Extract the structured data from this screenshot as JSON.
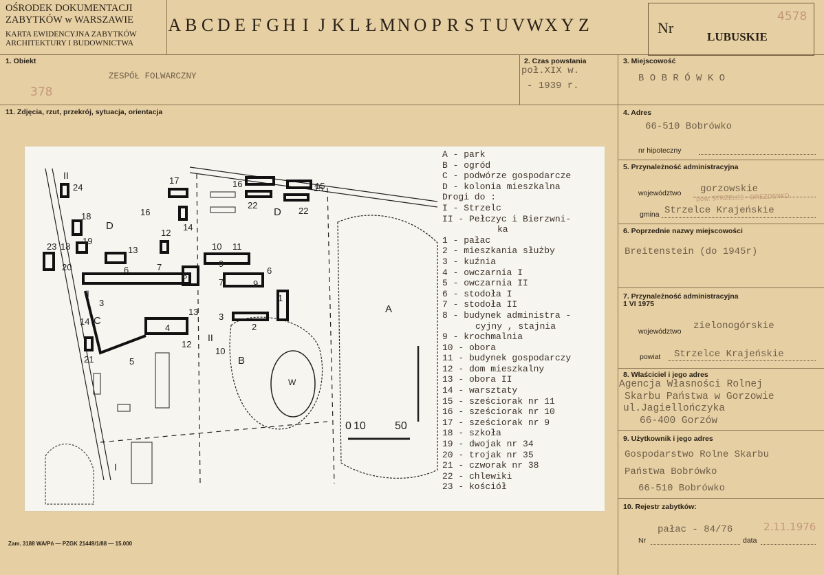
{
  "header": {
    "institution_line1": "OŚRODEK DOKUMENTACJI",
    "institution_line2": "ZABYTKÓW w WARSZAWIE",
    "card_title_line1": "KARTA EWIDENCYJNA ZABYTKÓW",
    "card_title_line2": "ARCHITEKTURY I BUDOWNICTWA",
    "letters": [
      "A",
      "B",
      "C",
      "D",
      "E",
      "F",
      "G",
      "H",
      "I",
      "J",
      "K",
      "L",
      "Ł",
      "M",
      "N",
      "O",
      "P",
      "R",
      "S",
      "T",
      "U",
      "V",
      "W",
      "X",
      "Y",
      "Z"
    ],
    "nr_label": "Nr",
    "region": "LUBUSKIE",
    "handwritten_number": "4578"
  },
  "fields": {
    "obiekt": {
      "label": "1. Obiekt",
      "value": "ZESPÓŁ FOLWARCZNY",
      "hand_note": "378"
    },
    "czas": {
      "label": "2. Czas powstania",
      "line1": "poł.XIX w.",
      "line2": "- 1939 r."
    },
    "miejscowosc": {
      "label": "3. Miejscowość",
      "value": "B O B R Ó W K O"
    },
    "zdjecia": {
      "label": "11. Zdjęcia, rzut, przekrój, sytuacja, orientacja"
    },
    "adres": {
      "label": "4. Adres",
      "value": "66-510 Bobrówko",
      "hipoteczny_label": "nr hipoteczny"
    },
    "przynaleznosc": {
      "label": "5. Przynależność administracyjna",
      "wojewodztwo_label": "województwo",
      "wojewodztwo": "gorzowskie",
      "gmina_label": "gmina",
      "gmina": "Strzelce Krajeńskie",
      "hand_note": "pow. STRZELCE - DREZDENKO"
    },
    "poprzednie": {
      "label": "6. Poprzednie nazwy miejscowości",
      "value": "Breitenstein (do 1945r)"
    },
    "przynaleznosc1975": {
      "label_line1": "7. Przynależność administracyjna",
      "label_line2": "1 VI 1975",
      "wojewodztwo_label": "województwo",
      "wojewodztwo": "zielonogórskie",
      "powiat_label": "powiat",
      "powiat": "Strzelce Krajeńskie"
    },
    "wlasciciel": {
      "label": "8. Właściciel i jego adres",
      "lines": [
        "Agencja Własności Rolnej",
        "Skarbu Państwa w Gorzowie",
        "ul.Jagiellończyka",
        "66-400 Gorzów"
      ]
    },
    "uzytkownik": {
      "label": "9. Użytkownik i jego adres",
      "lines": [
        "Gospodarstwo Rolne Skarbu",
        "Państwa Bobrówko",
        "66-510 Bobrówko"
      ]
    },
    "rejestr": {
      "label": "10. Rejestr zabytków:",
      "value": "pałac - 84/76",
      "hand_date": "2.11.1976",
      "nr_label": "Nr",
      "data_label": "data"
    }
  },
  "footer": {
    "print_info": "Zam. 3188 WA/Pń — PZGK 21449/1/88 — 15.000"
  },
  "plan": {
    "area_labels": [
      "A",
      "B",
      "C",
      "D",
      "D",
      "W"
    ],
    "scale": [
      "0",
      "10",
      "50"
    ],
    "building_numbers": [
      "1",
      "2",
      "3",
      "3",
      "4",
      "5",
      "6",
      "6",
      "7",
      "7",
      "8",
      "9",
      "9",
      "10",
      "10",
      "11",
      "12",
      "12",
      "13",
      "13",
      "14",
      "14",
      "15",
      "15",
      "16",
      "16",
      "17",
      "18",
      "18",
      "19",
      "20",
      "21",
      "22",
      "22",
      "23",
      "24"
    ],
    "road_labels": [
      "I",
      "II",
      "I",
      "II"
    ],
    "legend": [
      "A - park",
      "B - ogród",
      "C - podwórze gospodarcze",
      "D - kolonia mieszkalna",
      "Drogi do :",
      "I - Strzelc",
      "II - Pełczyc i Bierzwni-",
      "ka",
      "1 - pałac",
      "2 - mieszkania służby",
      "3 - kuźnia",
      "4 - owczarnia I",
      "5 - owczarnia II",
      "6 - stodoła I",
      "7 - stodoła II",
      "8 - budynek administra -",
      "cyjny , stajnia",
      "9 - krochmalnia",
      "10 - obora",
      "11 - budynek gospodarczy",
      "12 - dom mieszkalny",
      "13 - obora II",
      "14 - warsztaty",
      "15 - sześciorak nr 11",
      "16 - sześciorak nr 10",
      "17 - sześciorak nr 9",
      "18 - szkoła",
      "19 - dwojak nr 34",
      "20 - trojak nr 35",
      "21 - czworak nr 38",
      "22 - chlewiki",
      "23 - kościół"
    ]
  }
}
